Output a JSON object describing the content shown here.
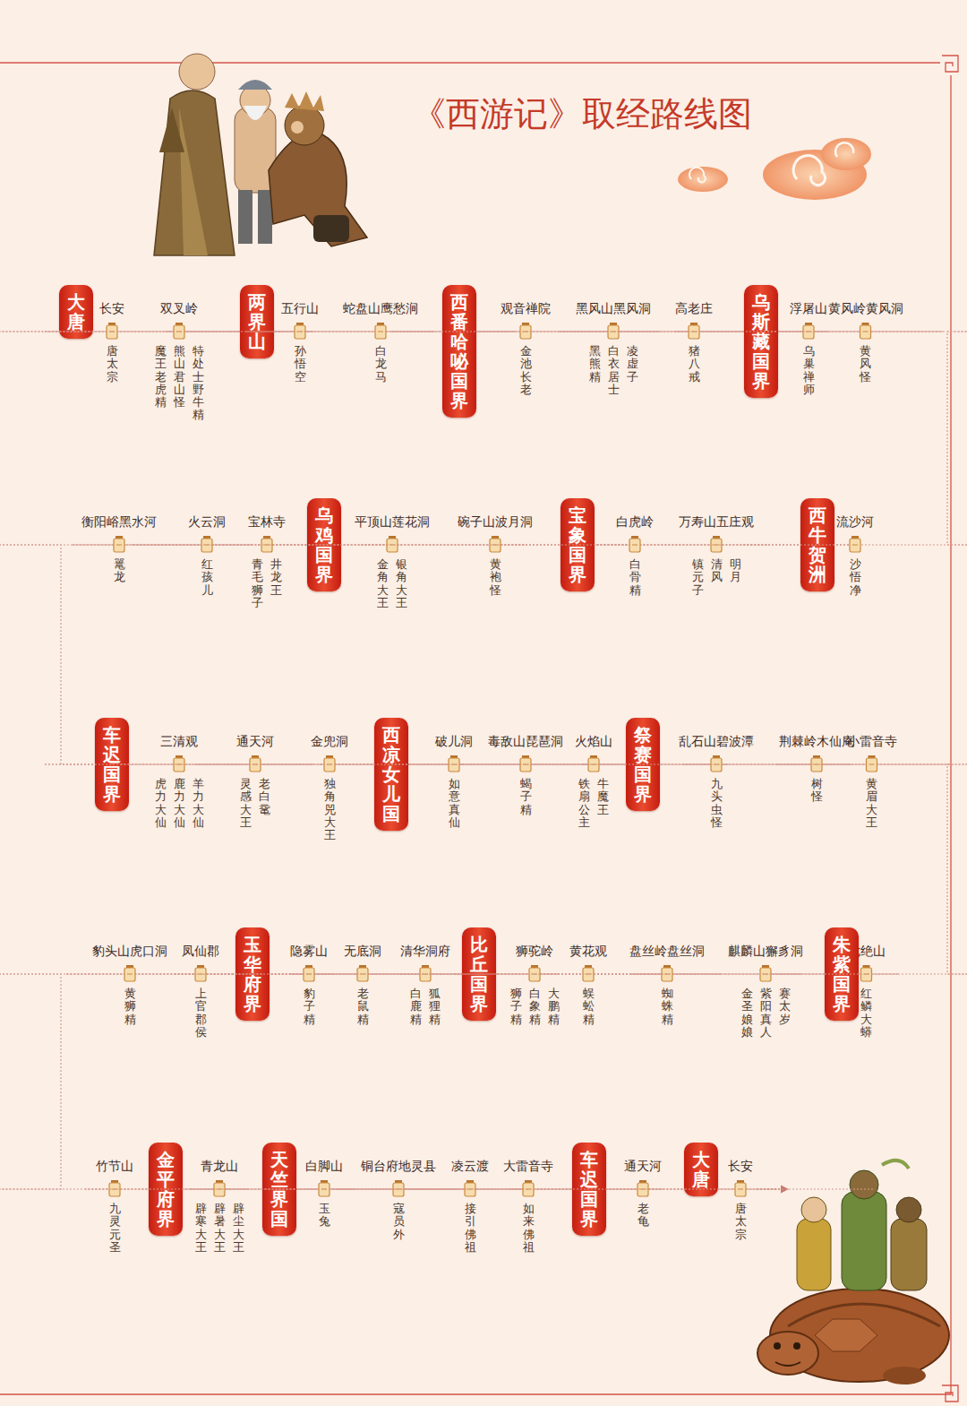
{
  "diagram": {
    "title": "《西游记》取经路线图",
    "nodes": [
      {
        "text": [
          "大唐"
        ]
      },
      {
        "text": [
          "长安",
          "唐太宗"
        ]
      },
      {
        "text": [
          "双叉岭",
          "魔王老虎精",
          "熊山君山怪",
          "特处士野牛精"
        ]
      },
      {
        "text": [
          "两界山"
        ]
      },
      {
        "text": [
          "五行山",
          "孙悟空"
        ]
      },
      {
        "text": [
          "蛇盘山鹰愁涧",
          "白龙马"
        ]
      },
      {
        "text": [
          "西番哈咇国界"
        ]
      },
      {
        "text": [
          "观音禅院",
          "金池长老"
        ]
      },
      {
        "text": [
          "黑风山黑风洞",
          "黑熊精",
          "白衣居士",
          "凌虚子"
        ]
      },
      {
        "text": [
          "高老庄",
          "猪八戒"
        ]
      },
      {
        "text": [
          "乌斯藏国界"
        ]
      },
      {
        "text": [
          "浮屠山",
          "乌巢禅师"
        ]
      },
      {
        "text": [
          "黄风岭黄风洞",
          "黄风怪"
        ]
      },
      {
        "text": [
          "流沙河",
          "沙悟净"
        ]
      },
      {
        "text": [
          "西牛贺洲"
        ]
      },
      {
        "text": [
          "万寿山五庄观",
          "镇元子",
          "清风",
          "明月"
        ]
      },
      {
        "text": [
          "白虎岭",
          "白骨精"
        ]
      },
      {
        "text": [
          "宝象国界"
        ]
      },
      {
        "text": [
          "碗子山波月洞",
          "黄袍怪"
        ]
      },
      {
        "text": [
          "平顶山莲花洞",
          "金角大王",
          "银角大王"
        ]
      },
      {
        "text": [
          "乌鸡国界"
        ]
      },
      {
        "text": [
          "宝林寺",
          "青毛狮子",
          "井龙王"
        ]
      },
      {
        "text": [
          "火云洞",
          "红孩儿"
        ]
      },
      {
        "text": [
          "衡阳峪黑水河",
          "鼍龙"
        ]
      },
      {
        "text": [
          "车迟国界"
        ]
      },
      {
        "text": [
          "三清观",
          "虎力大仙",
          "鹿力大仙",
          "羊力大仙"
        ]
      },
      {
        "text": [
          "通天河",
          "灵感大王",
          "老白鼋"
        ]
      },
      {
        "text": [
          "金兜洞",
          "独角兕大王"
        ]
      },
      {
        "text": [
          "西凉女儿国"
        ]
      },
      {
        "text": [
          "破儿洞",
          "如意真仙"
        ]
      },
      {
        "text": [
          "毒敌山琵琶洞",
          "蝎子精"
        ]
      },
      {
        "text": [
          "火焰山",
          "铁扇公主",
          "牛魔王"
        ]
      },
      {
        "text": [
          "祭赛国界"
        ]
      },
      {
        "text": [
          "乱石山碧波潭",
          "九头虫怪"
        ]
      },
      {
        "text": [
          "荆棘岭木仙庵",
          "树怪"
        ]
      },
      {
        "text": [
          "小雷音寺",
          "黄眉大王"
        ]
      },
      {
        "text": [
          "七绝山",
          "红鳞大蟒"
        ]
      },
      {
        "text": [
          "朱紫国界"
        ]
      },
      {
        "text": [
          "麒麟山獬豸洞",
          "金圣娘娘",
          "紫阳真人",
          "赛太岁"
        ]
      },
      {
        "text": [
          "盘丝岭盘丝洞",
          "蜘蛛精"
        ]
      },
      {
        "text": [
          "黄花观",
          "蜈蚣精"
        ]
      },
      {
        "text": [
          "狮驼岭",
          "狮子精",
          "白象精",
          "大鹏精"
        ]
      },
      {
        "text": [
          "比丘国界"
        ]
      },
      {
        "text": [
          "清华洞府",
          "白鹿精",
          "狐狸精"
        ]
      },
      {
        "text": [
          "无底洞",
          "老鼠精"
        ]
      },
      {
        "text": [
          "隐雾山",
          "豹子精"
        ]
      },
      {
        "text": [
          "玉华府界"
        ]
      },
      {
        "text": [
          "凤仙郡",
          "上官郡侯"
        ]
      },
      {
        "text": [
          "豹头山虎口洞",
          "黄狮精"
        ]
      },
      {
        "text": [
          "竹节山",
          "九灵元圣"
        ]
      },
      {
        "text": [
          "金平府界"
        ]
      },
      {
        "text": [
          "青龙山",
          "辟寒大王",
          "辟暑大王",
          "辟尘大王"
        ]
      },
      {
        "text": [
          "天竺界国"
        ]
      },
      {
        "text": [
          "白脚山",
          "玉兔"
        ]
      },
      {
        "text": [
          "铜台府地灵县",
          "寇员外"
        ]
      },
      {
        "text": [
          "凌云渡",
          "接引佛祖"
        ]
      },
      {
        "text": [
          "大雷音寺",
          "如来佛祖"
        ]
      },
      {
        "text": [
          "车迟国界"
        ]
      },
      {
        "text": [
          "通天河",
          "老龟"
        ]
      },
      {
        "text": [
          "大唐"
        ]
      },
      {
        "text": [
          "长安",
          "唐太宗"
        ]
      }
    ],
    "edges": [
      {
        "from": 0,
        "to": 1,
        "arrow": "none"
      },
      {
        "from": 1,
        "to": 2,
        "arrow": "none"
      },
      {
        "from": 2,
        "to": 3,
        "arrow": "none"
      },
      {
        "from": 3,
        "to": 4,
        "arrow": "none"
      },
      {
        "from": 4,
        "to": 5,
        "arrow": "none"
      },
      {
        "from": 5,
        "to": 6,
        "arrow": "none"
      },
      {
        "from": 6,
        "to": 7,
        "arrow": "none"
      },
      {
        "from": 7,
        "to": 8,
        "arrow": "none"
      },
      {
        "from": 8,
        "to": 9,
        "arrow": "none"
      },
      {
        "from": 9,
        "to": 10,
        "arrow": "none"
      },
      {
        "from": 10,
        "to": 11,
        "arrow": "none"
      },
      {
        "from": 11,
        "to": 12,
        "arrow": "none"
      },
      {
        "from": 12,
        "to": 13,
        "arrow": "none"
      },
      {
        "from": 13,
        "to": 14,
        "arrow": "none"
      },
      {
        "from": 14,
        "to": 15,
        "arrow": "none"
      },
      {
        "from": 15,
        "to": 16,
        "arrow": "none"
      },
      {
        "from": 16,
        "to": 17,
        "arrow": "none"
      },
      {
        "from": 17,
        "to": 18,
        "arrow": "none"
      },
      {
        "from": 18,
        "to": 19,
        "arrow": "none"
      },
      {
        "from": 19,
        "to": 20,
        "arrow": "none"
      },
      {
        "from": 20,
        "to": 21,
        "arrow": "none"
      },
      {
        "from": 21,
        "to": 22,
        "arrow": "none"
      },
      {
        "from": 22,
        "to": 23,
        "arrow": "none"
      },
      {
        "from": 23,
        "to": 24,
        "arrow": "none"
      },
      {
        "from": 24,
        "to": 25,
        "arrow": "none"
      },
      {
        "from": 25,
        "to": 26,
        "arrow": "none"
      },
      {
        "from": 26,
        "to": 27,
        "arrow": "none"
      },
      {
        "from": 27,
        "to": 28,
        "arrow": "none"
      },
      {
        "from": 28,
        "to": 29,
        "arrow": "none"
      },
      {
        "from": 29,
        "to": 30,
        "arrow": "none"
      },
      {
        "from": 30,
        "to": 31,
        "arrow": "none"
      },
      {
        "from": 31,
        "to": 32,
        "arrow": "none"
      },
      {
        "from": 32,
        "to": 33,
        "arrow": "none"
      },
      {
        "from": 33,
        "to": 34,
        "arrow": "none"
      },
      {
        "from": 34,
        "to": 35,
        "arrow": "none"
      },
      {
        "from": 35,
        "to": 36,
        "arrow": "none"
      },
      {
        "from": 36,
        "to": 37,
        "arrow": "none"
      },
      {
        "from": 37,
        "to": 38,
        "arrow": "none"
      },
      {
        "from": 38,
        "to": 39,
        "arrow": "none"
      },
      {
        "from": 39,
        "to": 40,
        "arrow": "none"
      },
      {
        "from": 40,
        "to": 41,
        "arrow": "none"
      },
      {
        "from": 41,
        "to": 42,
        "arrow": "none"
      },
      {
        "from": 42,
        "to": 43,
        "arrow": "none"
      },
      {
        "from": 43,
        "to": 44,
        "arrow": "none"
      },
      {
        "from": 44,
        "to": 45,
        "arrow": "none"
      },
      {
        "from": 45,
        "to": 46,
        "arrow": "none"
      },
      {
        "from": 46,
        "to": 47,
        "arrow": "none"
      },
      {
        "from": 47,
        "to": 48,
        "arrow": "none"
      },
      {
        "from": 48,
        "to": 49,
        "arrow": "none"
      },
      {
        "from": 49,
        "to": 50,
        "arrow": "none"
      },
      {
        "from": 50,
        "to": 51,
        "arrow": "none"
      },
      {
        "from": 51,
        "to": 52,
        "arrow": "none"
      },
      {
        "from": 52,
        "to": 53,
        "arrow": "none"
      },
      {
        "from": 53,
        "to": 54,
        "arrow": "none"
      },
      {
        "from": 54,
        "to": 55,
        "arrow": "none"
      },
      {
        "from": 55,
        "to": 56,
        "arrow": "none"
      },
      {
        "from": 56,
        "to": 57,
        "arrow": "none"
      },
      {
        "from": 57,
        "to": 58,
        "arrow": "none"
      },
      {
        "from": 58,
        "to": 59,
        "arrow": "none"
      },
      {
        "from": 59,
        "to": 60,
        "arrow": "none"
      }
    ]
  }
}
